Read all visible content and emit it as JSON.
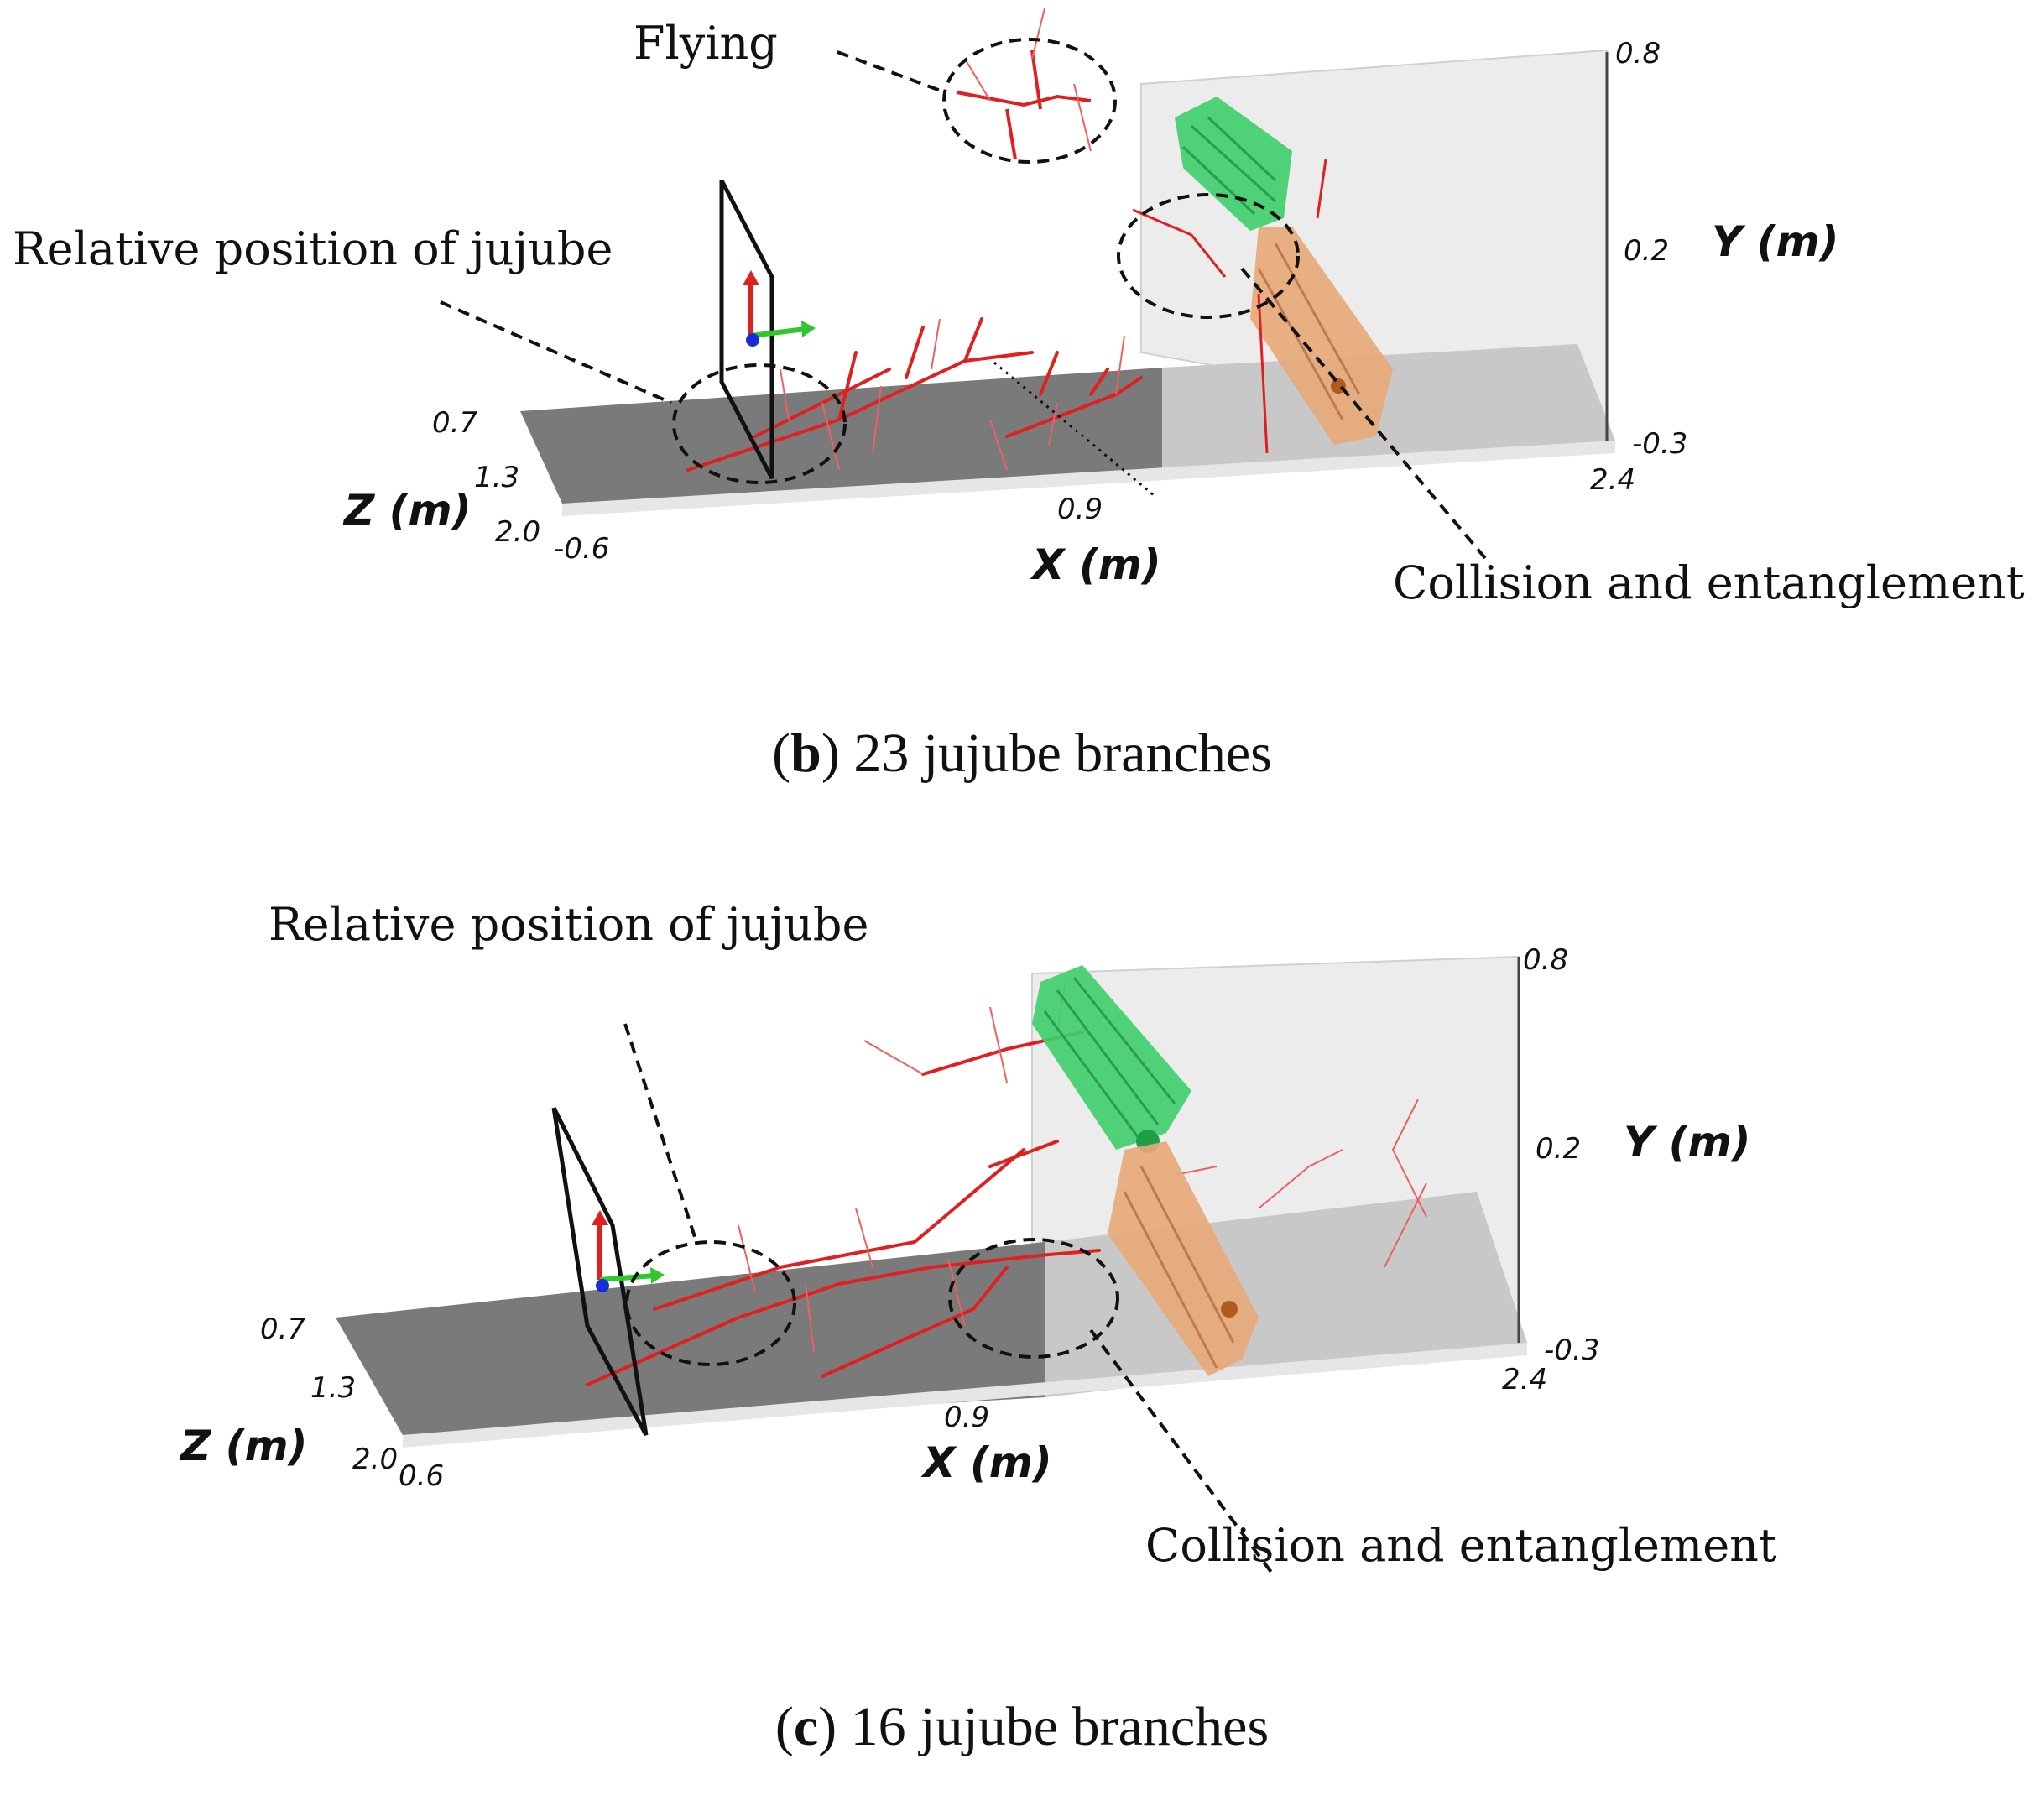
{
  "panels": [
    {
      "id": "b",
      "caption_letter": "b",
      "caption_text": "23 jujube branches",
      "annotations": {
        "flying": "Flying",
        "relative_position": "Relative position of jujube",
        "collision": "Collision and entanglement"
      },
      "axes": {
        "x_label": "X (m)",
        "y_label": "Y (m)",
        "z_label": "Z (m)",
        "x_ticks": [
          "-0.6",
          "0.9",
          "2.4"
        ],
        "y_ticks": [
          "0.8",
          "0.2",
          "-0.3"
        ],
        "z_ticks": [
          "0.7",
          "1.3",
          "2.0"
        ]
      }
    },
    {
      "id": "c",
      "caption_letter": "c",
      "caption_text": "16 jujube branches",
      "annotations": {
        "relative_position": "Relative position of jujube",
        "collision": "Collision and entanglement"
      },
      "axes": {
        "x_label": "X (m)",
        "y_label": "Y (m)",
        "z_label": "Z (m)",
        "x_ticks": [
          "0.6",
          "0.9",
          "2.4"
        ],
        "y_ticks": [
          "0.8",
          "0.2",
          "-0.3"
        ],
        "z_ticks": [
          "0.7",
          "1.3",
          "2.0"
        ]
      }
    }
  ],
  "colors": {
    "floor_dark": "#7a7a7a",
    "floor_light": "#c8c8c8",
    "wall": "#ececec",
    "branch": "#e02020",
    "green_part": "#3ecf6a",
    "orange_part": "#e8a878",
    "frame": "#111111"
  }
}
